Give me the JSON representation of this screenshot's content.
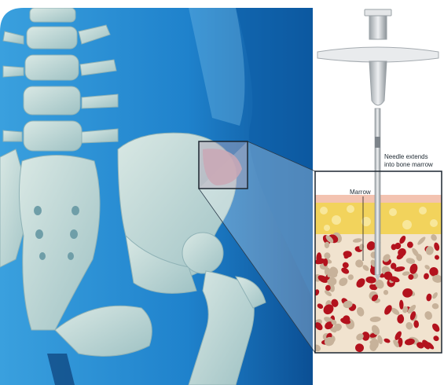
{
  "labels": {
    "needle_line1": "Needle extends",
    "needle_line2": "into bone marrow",
    "marrow": "Marrow"
  },
  "colors": {
    "background_blue": "#1d7fc8",
    "bone": "#c9ddd9",
    "fat_layer": "#f2d35c",
    "skin": "#f3c3b1",
    "marrow_red": "#b3121d",
    "marrow_tan": "#c7b29a",
    "spongy_bone": "#f1e3cf",
    "needle": "#d9dcdf"
  }
}
